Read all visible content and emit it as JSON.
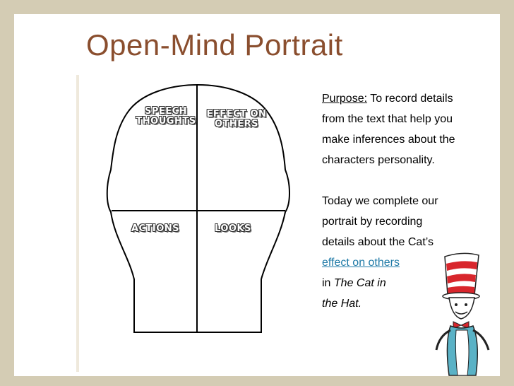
{
  "slide": {
    "title": "Open-Mind Portrait",
    "quadrants": {
      "top_left_line1": "SPEECH",
      "top_left_line2": "THOUGHTS",
      "top_right_line1": "EFFECT ON",
      "top_right_line2": "OTHERS",
      "bottom_left": "ACTIONS",
      "bottom_right": "LOOKS"
    },
    "body": {
      "purpose_label": "Purpose:",
      "purpose_line1": " To record details",
      "purpose_line2": "from the text that help you",
      "purpose_line3": "make inferences about the",
      "purpose_line4": "characters personality.",
      "today_line1": "Today we complete our",
      "today_line2": "portrait by recording",
      "today_line3": "details about the Cat’s",
      "today_highlight": "effect on others",
      "today_line5_prefix": "in ",
      "book_title_part1": "The Cat in",
      "book_title_part2": "the Hat."
    }
  },
  "colors": {
    "title": "#8a4e2e",
    "frame": "#d4ccb4",
    "highlight": "#1f7aa7"
  },
  "icons": [
    "head-outline-icon",
    "cat-in-the-hat-illustration"
  ]
}
